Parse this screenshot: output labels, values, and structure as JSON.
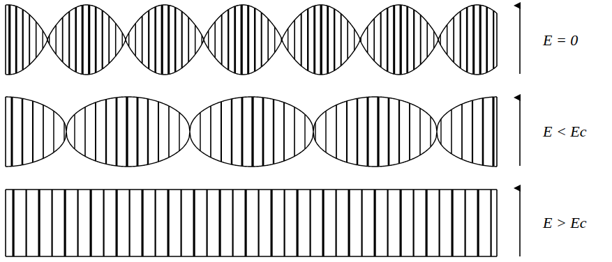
{
  "diagram": {
    "labels": [
      "E = 0",
      "E < Ec",
      "E > Ec"
    ]
  }
}
